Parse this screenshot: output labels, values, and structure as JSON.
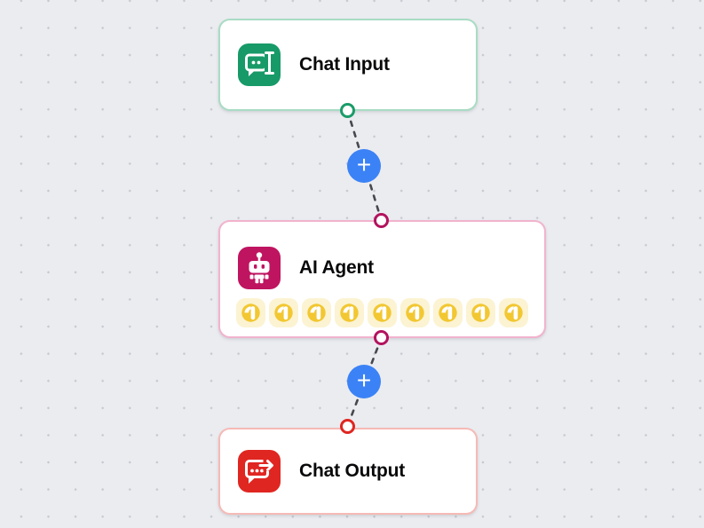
{
  "flow": {
    "nodes": {
      "chat_input": {
        "title": "Chat Input",
        "icon": "chat-input-icon",
        "accent": "#179a68",
        "border": "#a9dcc4"
      },
      "ai_agent": {
        "title": "AI Agent",
        "icon": "bot-icon",
        "accent": "#bf1460",
        "border": "#f2b3cd",
        "tools": {
          "count": 9,
          "badge_bg": "#fbf3d2",
          "badge_icon": "tool-logo-icon",
          "badge_icon_color": "#f2c731"
        }
      },
      "chat_output": {
        "title": "Chat Output",
        "icon": "chat-output-icon",
        "accent": "#e02621",
        "border": "#f6bab6"
      }
    },
    "edges": {
      "style": "dashed",
      "color": "#47474f",
      "add_button_label": "+",
      "add_button_color": "#3b82f6"
    },
    "ports": {
      "chat_input_output_color": "#1b9c69",
      "ai_agent_port_color": "#b3135e",
      "chat_output_input_color": "#e02621"
    },
    "canvas": {
      "background": "#ebecf0",
      "dot_color": "#c7c9d1"
    }
  }
}
